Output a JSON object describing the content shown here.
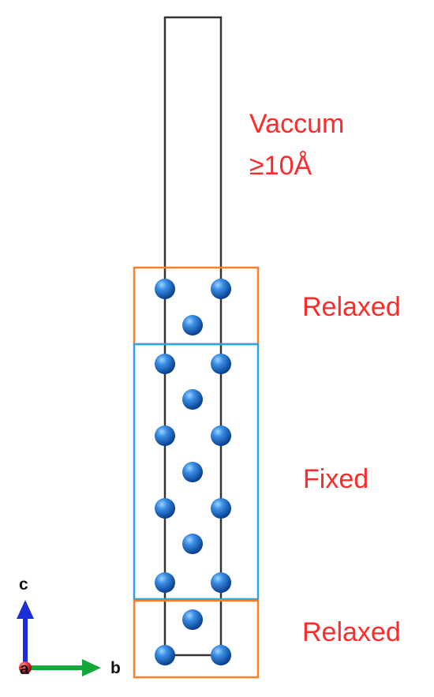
{
  "labels": {
    "vacuum_line1": "Vaccum",
    "vacuum_line2": "≥10Å",
    "relaxed_top": "Relaxed",
    "fixed": "Fixed",
    "relaxed_bottom": "Relaxed"
  },
  "axes": {
    "c": "c",
    "a": "a",
    "b": "b"
  },
  "colors": {
    "label_text": "#ff2a2a",
    "relaxed_box": "#ff7f27",
    "fixed_box": "#2aa6e8",
    "cell_line": "#333333",
    "atom": "#1e6fd0",
    "axis_c": "#1a2fd8",
    "axis_b": "#14a83b",
    "axis_a": "#e8202a"
  }
}
